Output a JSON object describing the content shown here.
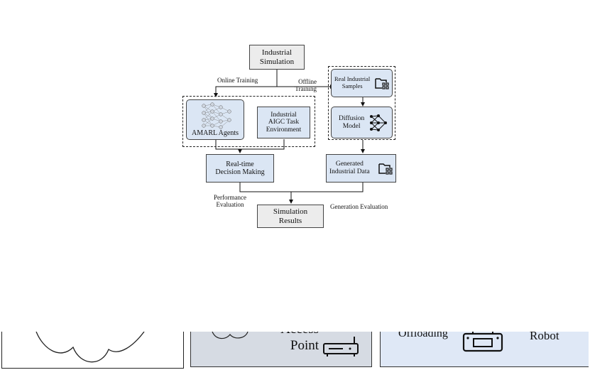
{
  "diagram": {
    "industrial_simulation": "Industrial\nSimulation",
    "online_training": "Online Training",
    "offline_training": "Offline\nTraining",
    "amarl_agents": "AMARL Agents",
    "task_environment": "Industrial\nAIGC Task\nEnvironment",
    "real_samples": "Real Industrial\nSamples",
    "diffusion_model": "Diffusion\nModel",
    "decision_making": "Real-time\nDecision Making",
    "generated_data": "Generated\nIndustrial Data",
    "performance_evaluation": "Performance\nEvaluation",
    "generation_evaluation": "Generation Evaluation",
    "simulation_results": "Simulation\nResults"
  },
  "bottom_strip": {
    "access_point_label": "Access\nPoint",
    "offloading_label": "Offloading",
    "robot_label": "Robot"
  },
  "icons": [
    "neural-network-icon",
    "folder-grid-icon",
    "network-graph-icon",
    "router-icon",
    "robot-icon",
    "cloud-outline"
  ],
  "colors": {
    "blue_fill": "#dbe6f4",
    "gray_fill": "#ececec",
    "panel_gray": "#d6dbe3",
    "panel_blue": "#dfe8f6"
  }
}
